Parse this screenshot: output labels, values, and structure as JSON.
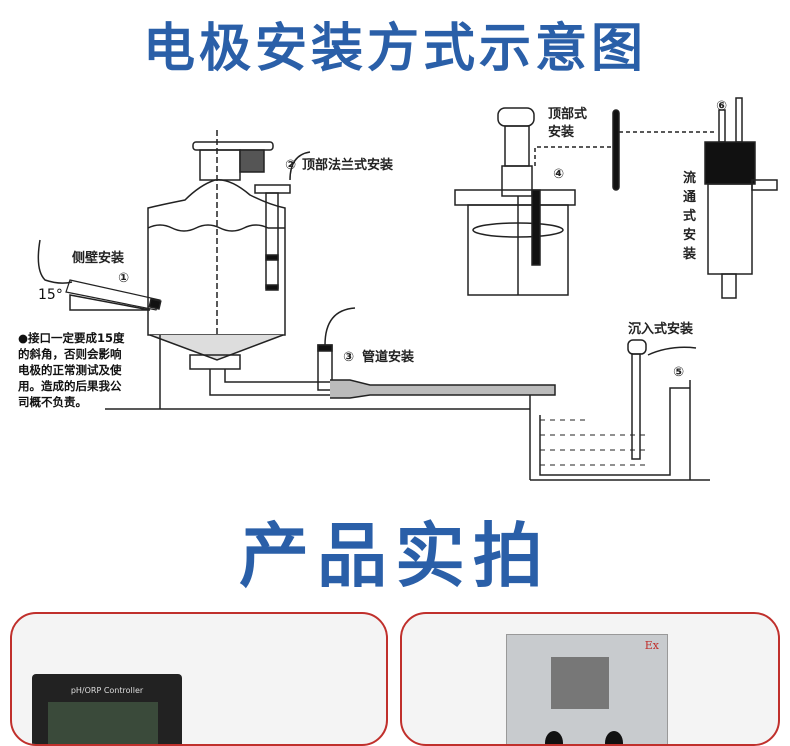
{
  "header": {
    "title": "电极安装方式示意图"
  },
  "diagram": {
    "labels": {
      "side_wall": "侧壁安装",
      "angle": "15°",
      "top_flange": "顶部法兰式安装",
      "pipe": "管道安装",
      "top": [
        "顶部式",
        "安装"
      ],
      "flow": [
        "流",
        "通",
        "式",
        "安",
        "装"
      ],
      "immersion": "沉入式安装"
    },
    "numbers": [
      "①",
      "②",
      "③",
      "④",
      "⑤",
      "⑥"
    ],
    "note": [
      "●接口一定要成15度",
      "的斜角，否则会影响",
      "电极的正常测试及使",
      "用。造成的后果我公",
      "司概不负责。"
    ]
  },
  "section2": {
    "title": "产品实拍"
  },
  "photos": [
    {
      "label": "pH/ORP Controller"
    },
    {
      "label": "Ex"
    }
  ],
  "colors": {
    "title": "#2a5fa8",
    "card_border": "#c0302c"
  }
}
